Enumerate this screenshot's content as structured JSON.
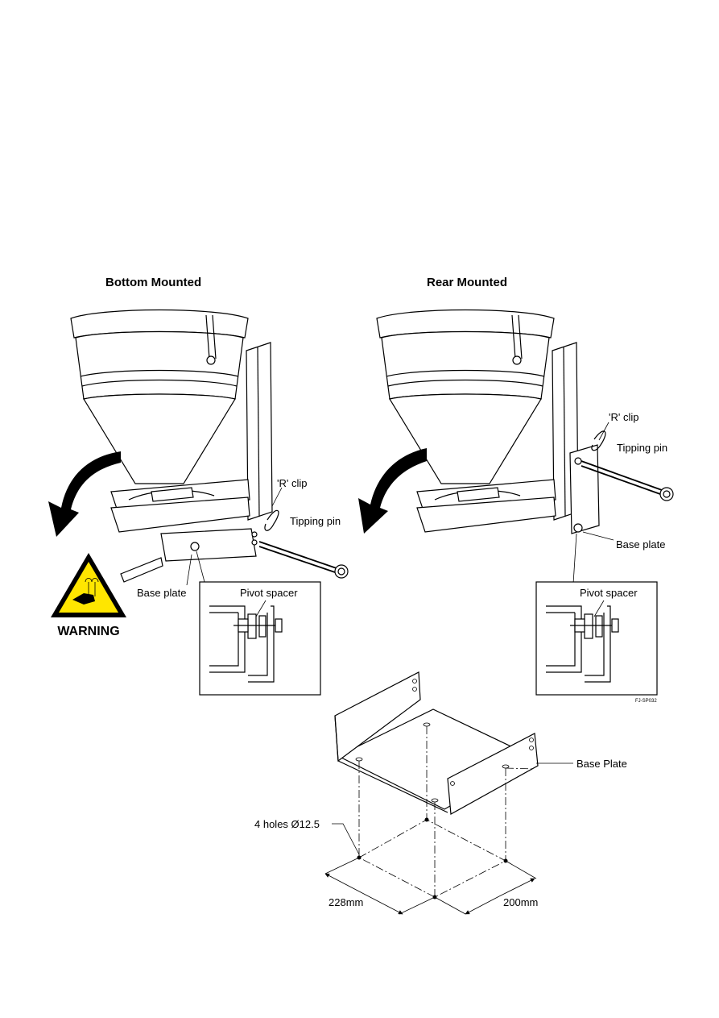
{
  "left_view": {
    "title": "Bottom Mounted",
    "r_clip": "'R' clip",
    "tipping_pin": "Tipping pin",
    "base_plate": "Base plate",
    "pivot_spacer": "Pivot spacer",
    "warning": "WARNING"
  },
  "right_view": {
    "title": "Rear Mounted",
    "r_clip": "'R' clip",
    "tipping_pin": "Tipping pin",
    "base_plate": "Base plate",
    "pivot_spacer": "Pivot spacer",
    "figure_code": "FJ-SP032"
  },
  "plate_view": {
    "base_plate": "Base Plate",
    "holes": "4 holes Ø12.5",
    "dim_width": "228mm",
    "dim_depth": "200mm"
  },
  "colors": {
    "warning_yellow": "#ffe600",
    "line": "#000000"
  }
}
